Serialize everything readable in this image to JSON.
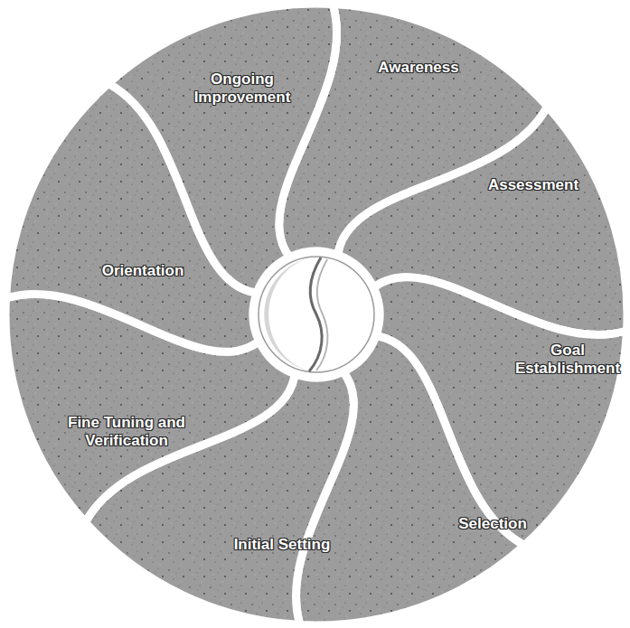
{
  "diagram": {
    "nodes": [
      {
        "text": [
          "Awareness"
        ]
      },
      {
        "text": [
          "Assessment"
        ]
      },
      {
        "text": [
          "Goal Establishment"
        ]
      },
      {
        "text": [
          "Selection"
        ]
      },
      {
        "text": [
          "Initial Setting"
        ]
      },
      {
        "text": [
          "Fine Tuning and Verification"
        ]
      },
      {
        "text": [
          "Orientation"
        ]
      },
      {
        "text": [
          "Ongoing Improvement"
        ]
      }
    ]
  }
}
